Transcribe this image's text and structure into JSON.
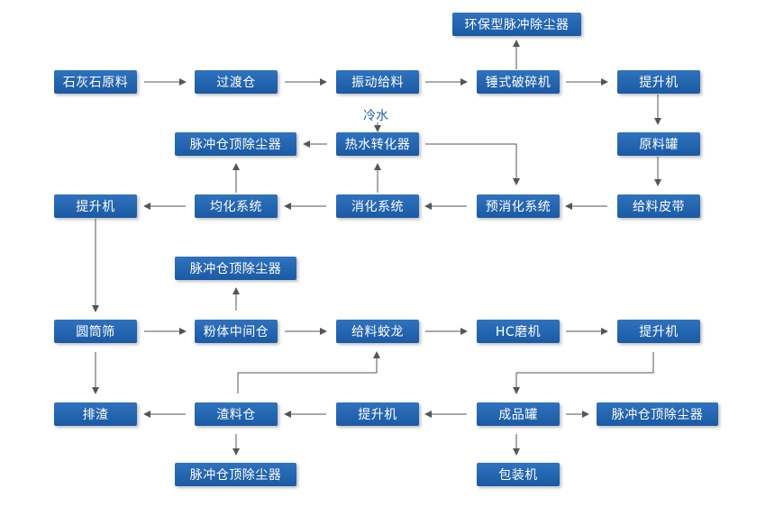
{
  "flow": {
    "row1": {
      "dust_collector_top": "环保型脉冲除尘器"
    },
    "row2": {
      "limestone": "石灰石原料",
      "transition_bin": "过渡仓",
      "vibrating_feeder": "振动给料",
      "hammer_crusher": "锤式破碎机",
      "elevator": "提升机"
    },
    "water_label": "冷水",
    "row3": {
      "pulse_dust_collector": "脉冲仓顶除尘器",
      "hot_water_converter": "热水转化器",
      "raw_tank": "原料罐"
    },
    "row4": {
      "elevator": "提升机",
      "homogenize": "均化系统",
      "digest": "消化系统",
      "pre_digest": "预消化系统",
      "feed_belt": "给料皮带"
    },
    "row5": {
      "pulse_dust_collector": "脉冲仓顶除尘器"
    },
    "row6": {
      "drum_screen": "圆筒筛",
      "powder_bin": "粉体中间仓",
      "screw_feeder": "给料蛟龙",
      "hc_mill": "HC磨机",
      "elevator": "提升机"
    },
    "row7": {
      "slag_discharge": "排渣",
      "slag_bin": "渣料仓",
      "elevator": "提升机",
      "product_tank": "成品罐",
      "pulse_dust_collector": "脉冲仓顶除尘器"
    },
    "row8": {
      "pulse_dust_collector": "脉冲仓顶除尘器",
      "packing_machine": "包装机"
    }
  },
  "colors": {
    "node": "#1f5fa8",
    "arrow": "#555555",
    "label": "#1f5fa8"
  }
}
